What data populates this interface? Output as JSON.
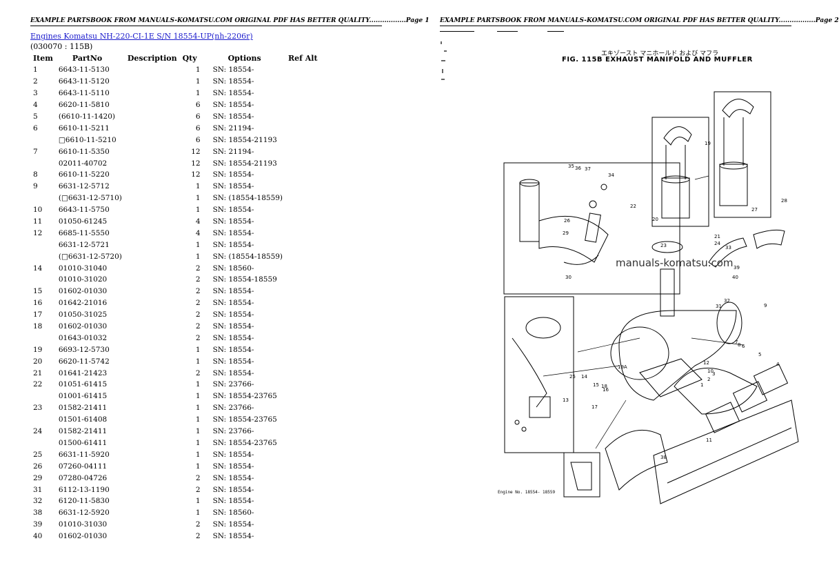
{
  "headers": {
    "page1": "EXAMPLE PARTSBOOK FROM MANUALS-KOMATSU.COM ORIGINAL PDF HAS BETTER QUALITY.................Page 1",
    "page2": "EXAMPLE PARTSBOOK FROM MANUALS-KOMATSU.COM ORIGINAL PDF HAS BETTER QUALITY.................Page 2"
  },
  "breadcrumb": {
    "link1": "Engines Komatsu",
    "link2": "NH-220-CI-1E S/N 18554-UP(nh-2206r)"
  },
  "section_code": "(030070 : 115B)",
  "columns": [
    "Item",
    "PartNo",
    "Description",
    "Qty",
    "Options",
    "Ref Alt"
  ],
  "rows": [
    {
      "item": "1",
      "part": "6643-11-5130",
      "desc": "",
      "qty": "1",
      "opt": "SN: 18554-"
    },
    {
      "item": "2",
      "part": "6643-11-5120",
      "desc": "",
      "qty": "1",
      "opt": "SN: 18554-"
    },
    {
      "item": "3",
      "part": "6643-11-5110",
      "desc": "",
      "qty": "1",
      "opt": "SN: 18554-"
    },
    {
      "item": "4",
      "part": "6620-11-5810",
      "desc": "",
      "qty": "6",
      "opt": "SN: 18554-"
    },
    {
      "item": "5",
      "part": "(6610-11-1420)",
      "desc": "",
      "qty": "6",
      "opt": "SN: 18554-"
    },
    {
      "item": "6",
      "part": "6610-11-5211",
      "desc": "",
      "qty": "6",
      "opt": "SN: 21194-"
    },
    {
      "item": "",
      "part": "□6610-11-5210",
      "desc": "",
      "qty": "6",
      "opt": "SN: 18554-21193"
    },
    {
      "item": "7",
      "part": "6610-11-5350",
      "desc": "",
      "qty": "12",
      "opt": "SN: 21194-"
    },
    {
      "item": "",
      "part": "02011-40702",
      "desc": "",
      "qty": "12",
      "opt": "SN: 18554-21193"
    },
    {
      "item": "8",
      "part": "6610-11-5220",
      "desc": "",
      "qty": "12",
      "opt": "SN: 18554-"
    },
    {
      "item": "9",
      "part": "6631-12-5712",
      "desc": "",
      "qty": "1",
      "opt": "SN: 18554-"
    },
    {
      "item": "",
      "part": "(□6631-12-5710)",
      "desc": "",
      "qty": "1",
      "opt": "SN: (18554-18559)"
    },
    {
      "item": "10",
      "part": "6643-11-5750",
      "desc": "",
      "qty": "1",
      "opt": "SN: 18554-"
    },
    {
      "item": "11",
      "part": "01050-61245",
      "desc": "",
      "qty": "4",
      "opt": "SN: 18554-"
    },
    {
      "item": "12",
      "part": "6685-11-5550",
      "desc": "",
      "qty": "4",
      "opt": "SN: 18554-"
    },
    {
      "item": "",
      "part": "6631-12-5721",
      "desc": "",
      "qty": "1",
      "opt": "SN: 18554-"
    },
    {
      "item": "",
      "part": "(□6631-12-5720)",
      "desc": "",
      "qty": "1",
      "opt": "SN: (18554-18559)"
    },
    {
      "item": "14",
      "part": "01010-31040",
      "desc": "",
      "qty": "2",
      "opt": "SN: 18560-"
    },
    {
      "item": "",
      "part": "01010-31020",
      "desc": "",
      "qty": "2",
      "opt": "SN: 18554-18559"
    },
    {
      "item": "15",
      "part": "01602-01030",
      "desc": "",
      "qty": "2",
      "opt": "SN: 18554-"
    },
    {
      "item": "16",
      "part": "01642-21016",
      "desc": "",
      "qty": "2",
      "opt": "SN: 18554-"
    },
    {
      "item": "17",
      "part": "01050-31025",
      "desc": "",
      "qty": "2",
      "opt": "SN: 18554-"
    },
    {
      "item": "18",
      "part": "01602-01030",
      "desc": "",
      "qty": "2",
      "opt": "SN: 18554-"
    },
    {
      "item": "",
      "part": "01643-01032",
      "desc": "",
      "qty": "2",
      "opt": "SN: 18554-"
    },
    {
      "item": "19",
      "part": "6693-12-5730",
      "desc": "",
      "qty": "1",
      "opt": "SN: 18554-"
    },
    {
      "item": "20",
      "part": "6620-11-5742",
      "desc": "",
      "qty": "1",
      "opt": "SN: 18554-"
    },
    {
      "item": "21",
      "part": "01641-21423",
      "desc": "",
      "qty": "2",
      "opt": "SN: 18554-"
    },
    {
      "item": "22",
      "part": "01051-61415",
      "desc": "",
      "qty": "1",
      "opt": "SN: 23766-"
    },
    {
      "item": "",
      "part": "01001-61415",
      "desc": "",
      "qty": "1",
      "opt": "SN: 18554-23765"
    },
    {
      "item": "23",
      "part": "01582-21411",
      "desc": "",
      "qty": "1",
      "opt": "SN: 23766-"
    },
    {
      "item": "",
      "part": "01501-61408",
      "desc": "",
      "qty": "1",
      "opt": "SN: 18554-23765"
    },
    {
      "item": "24",
      "part": "01582-21411",
      "desc": "",
      "qty": "1",
      "opt": "SN: 23766-"
    },
    {
      "item": "",
      "part": "01500-61411",
      "desc": "",
      "qty": "1",
      "opt": "SN: 18554-23765"
    },
    {
      "item": "25",
      "part": "6631-11-5920",
      "desc": "",
      "qty": "1",
      "opt": "SN: 18554-"
    },
    {
      "item": "26",
      "part": "07260-04111",
      "desc": "",
      "qty": "1",
      "opt": "SN: 18554-"
    },
    {
      "item": "29",
      "part": "07280-04726",
      "desc": "",
      "qty": "2",
      "opt": "SN: 18554-"
    },
    {
      "item": "31",
      "part": "6112-13-1190",
      "desc": "",
      "qty": "2",
      "opt": "SN: 18554-"
    },
    {
      "item": "32",
      "part": "6120-11-5830",
      "desc": "",
      "qty": "1",
      "opt": "SN: 18554-"
    },
    {
      "item": "38",
      "part": "6631-12-5920",
      "desc": "",
      "qty": "1",
      "opt": "SN: 18560-"
    },
    {
      "item": "39",
      "part": "01010-31030",
      "desc": "",
      "qty": "2",
      "opt": "SN: 18554-"
    },
    {
      "item": "40",
      "part": "01602-01030",
      "desc": "",
      "qty": "2",
      "opt": "SN: 18554-"
    }
  ],
  "figure": {
    "japanese_title": "エキゾースト マニホールド および マフラ",
    "title": "FIG. 115B  EXHAUST MANIFOLD AND MUFFLER",
    "watermark": "manuals-komatsu.com",
    "note_bottom": "Engine No. 18554- 18559",
    "callouts": [
      "1",
      "2",
      "3",
      "4",
      "5",
      "6",
      "7",
      "8",
      "9",
      "10",
      "11",
      "12",
      "13",
      "14",
      "15",
      "16",
      "17",
      "18",
      "19",
      "19A",
      "20",
      "21",
      "22",
      "23",
      "24",
      "25",
      "26",
      "27",
      "28",
      "29",
      "30",
      "31",
      "32",
      "33",
      "34",
      "35",
      "36",
      "37",
      "38",
      "39",
      "40"
    ]
  }
}
